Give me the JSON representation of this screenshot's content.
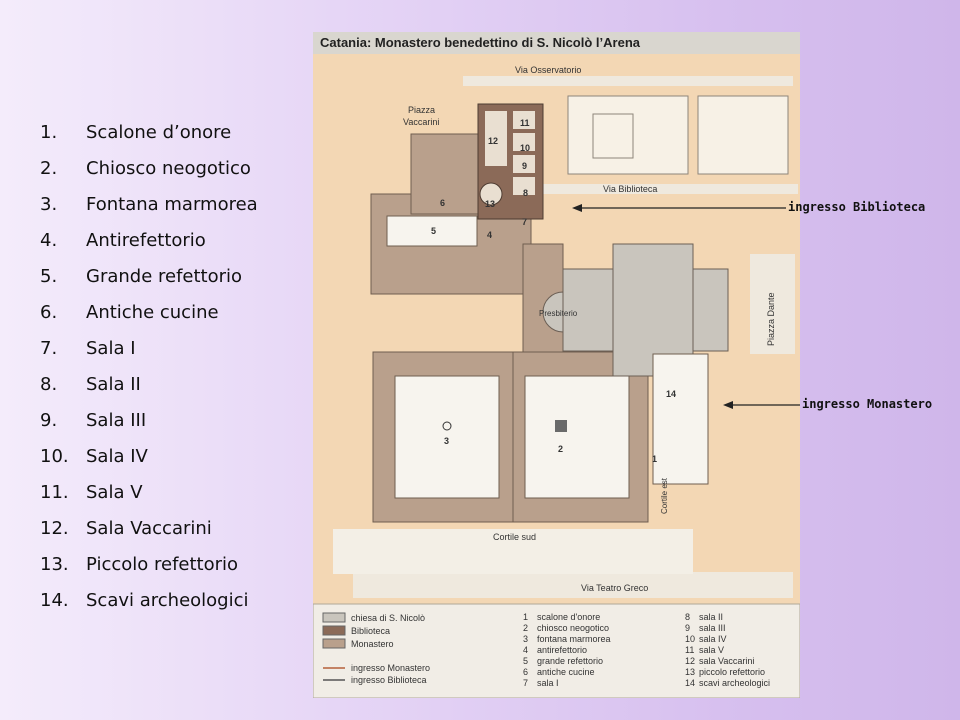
{
  "legend_list": [
    {
      "num": "1.",
      "label": "Scalone d’onore"
    },
    {
      "num": "2.",
      "label": "Chiosco neogotico"
    },
    {
      "num": "3.",
      "label": "Fontana marmorea"
    },
    {
      "num": "4.",
      "label": "Antirefettorio"
    },
    {
      "num": "5.",
      "label": "Grande refettorio"
    },
    {
      "num": "6.",
      "label": "Antiche cucine"
    },
    {
      "num": "7.",
      "label": "Sala I"
    },
    {
      "num": "8.",
      "label": "Sala II"
    },
    {
      "num": "9.",
      "label": "Sala III"
    },
    {
      "num": "10.",
      "label": "Sala IV"
    },
    {
      "num": "11.",
      "label": "Sala V"
    },
    {
      "num": "12.",
      "label": "Sala Vaccarini"
    },
    {
      "num": "13.",
      "label": "Piccolo refettorio"
    },
    {
      "num": "14.",
      "label": "Scavi archeologici"
    }
  ],
  "map": {
    "title": "Catania: Monastero benedettino di S. Nicolò l’Arena",
    "streets": {
      "via_osservatorio": "Via Osservatorio",
      "via_biblioteca": "Via Biblioteca",
      "piazza_dante": "Piazza Dante",
      "via_teatro_greco": "Via Teatro Greco",
      "piazza_vaccarini_line1": "Piazza",
      "piazza_vaccarini_line2": "Vaccarini",
      "presbiterio": "Presbiterio",
      "cortile_sud": "Cortile sud",
      "cortile_est": "Cortile est"
    },
    "numbers": {
      "n1": "1",
      "n2": "2",
      "n3": "3",
      "n4": "4",
      "n5": "5",
      "n6": "6",
      "n7": "7",
      "n8": "8",
      "n9": "9",
      "n10": "10",
      "n11": "11",
      "n12": "12",
      "n13": "13",
      "n14": "14"
    },
    "legend_keys": [
      {
        "label": "chiesa di S. Nicolò",
        "color": "#c9c5bd"
      },
      {
        "label": "Biblioteca",
        "color": "#8b6a58"
      },
      {
        "label": "Monastero",
        "color": "#b9a08c"
      }
    ],
    "legend_arrows": [
      {
        "label": "ingresso Monastero",
        "color": "#b5603a"
      },
      {
        "label": "ingresso Biblioteca",
        "color": "#555555"
      }
    ],
    "legend_col2": [
      {
        "num": "1",
        "label": "scalone d'onore"
      },
      {
        "num": "2",
        "label": "chiosco neogotico"
      },
      {
        "num": "3",
        "label": "fontana marmorea"
      },
      {
        "num": "4",
        "label": "antirefettorio"
      },
      {
        "num": "5",
        "label": "grande refettorio"
      },
      {
        "num": "6",
        "label": "antiche cucine"
      },
      {
        "num": "7",
        "label": "sala I"
      }
    ],
    "legend_col3": [
      {
        "num": "8",
        "label": "sala II"
      },
      {
        "num": "9",
        "label": "sala III"
      },
      {
        "num": "10",
        "label": "sala IV"
      },
      {
        "num": "11",
        "label": "sala V"
      },
      {
        "num": "12",
        "label": "sala Vaccarini"
      },
      {
        "num": "13",
        "label": "piccolo refettorio"
      },
      {
        "num": "14",
        "label": "scavi archeologici"
      }
    ]
  },
  "callouts": {
    "biblioteca": "ingresso Biblioteca",
    "monastero": "ingresso Monastero"
  },
  "colors": {
    "orange_ground": "#f3d7b4",
    "church": "#c9c5bd",
    "library": "#8b6a58",
    "monastery": "#b9a08c",
    "courtyard": "#f7f4ee"
  }
}
